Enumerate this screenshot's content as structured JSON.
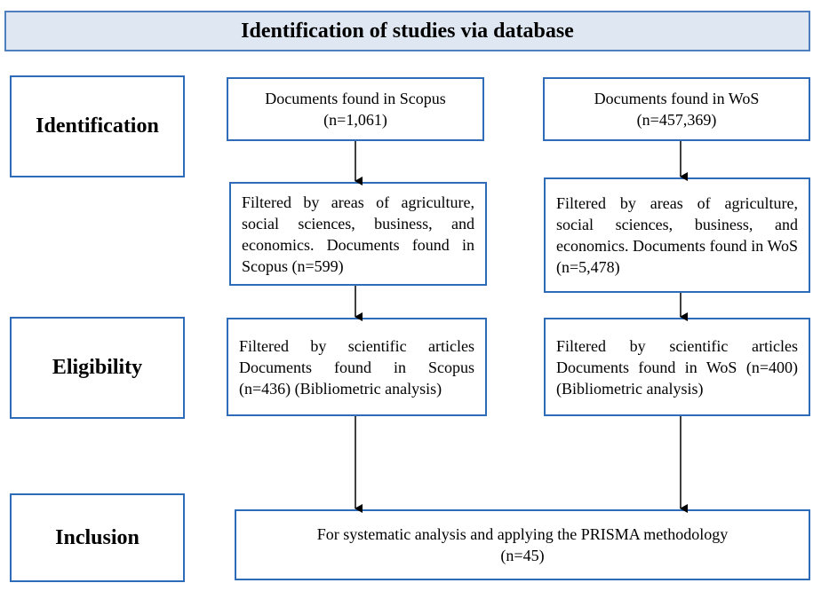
{
  "header": {
    "title": "Identification of studies via database"
  },
  "stages": {
    "identification": "Identification",
    "eligibility": "Eligibility",
    "inclusion": "Inclusion"
  },
  "scopus": {
    "found_line1": "Documents found in Scopus",
    "found_line2": "(n=1,061)",
    "filtered_text": "Filtered by areas of agriculture, social sciences, business, and economics. Documents found in Scopus (n=599)",
    "articles_text": "Filtered by scientific articles Documents found in Scopus (n=436) (Bibliometric analysis)"
  },
  "wos": {
    "found_line1": "Documents found in WoS",
    "found_line2": "(n=457,369)",
    "filtered_text": "Filtered by areas of agriculture, social sciences, business, and economics. Documents found in WoS (n=5,478)",
    "articles_text": "Filtered by scientific articles Documents found in WoS (n=400) (Bibliometric analysis)"
  },
  "inclusion": {
    "line1": "For systematic analysis and applying the PRISMA methodology",
    "line2": "(n=45)"
  },
  "colors": {
    "box_border": "#2e6bb8",
    "header_fill": "#dfe7f2",
    "arrow": "#000000"
  }
}
